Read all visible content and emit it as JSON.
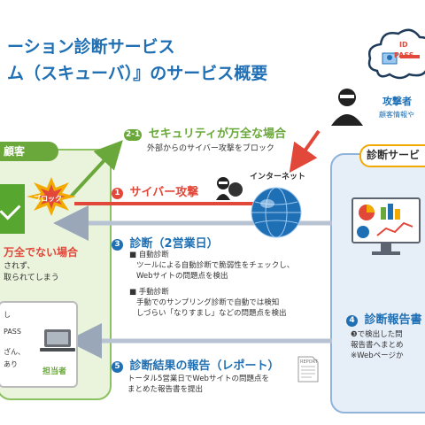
{
  "title": {
    "line1": "ーション診断サービス",
    "line2": "ム（スキューバ）』のサービス概要"
  },
  "customer": {
    "label": "顧客",
    "block_label": "ブロック",
    "not_safe": "万全でない場合",
    "line1": "されず、",
    "line2": "取られてしまう",
    "info_lines": [
      "し",
      "PASS",
      "ざん、",
      "あり"
    ],
    "staff": "担当者"
  },
  "service": {
    "label": "診断サービ"
  },
  "internet": {
    "label": "インターネット"
  },
  "attacker": {
    "name": "攻撃者",
    "sub": "顧客情報や",
    "id": "ID",
    "pass": "PASS"
  },
  "steps": {
    "s1": {
      "num": "2-1",
      "title": "セキュリティが万全な場合",
      "sub": "外部からのサイバー攻撃をブロック"
    },
    "s2": {
      "num": "1",
      "title": "サイバー攻撃"
    },
    "s3": {
      "num": "3",
      "title": "診断（2営業日）",
      "body": [
        "■ 自動診断",
        "ツールによる自動診断で脆弱性をチェックし、",
        "Webサイトの問題点を検出",
        "■ 手動診断",
        "手動でのサンプリング診断で自動では検知",
        "しづらい「なりすまし」などの問題点を検出"
      ]
    },
    "s4": {
      "num": "4",
      "title": "診断報告書",
      "body": [
        "❸で検出した問",
        "報告書へまとめ",
        "※Webページか"
      ]
    },
    "s5": {
      "num": "5",
      "title": "診断結果の報告（レポート）",
      "body": [
        "トータル5営業日でWebサイトの問題点を",
        "まとめた報告書を提出"
      ]
    }
  },
  "report_word": "REPORT",
  "colors": {
    "green": "#6aa83b",
    "red": "#e2483a",
    "blue": "#1f6fb4",
    "accent": "#f2a900"
  }
}
